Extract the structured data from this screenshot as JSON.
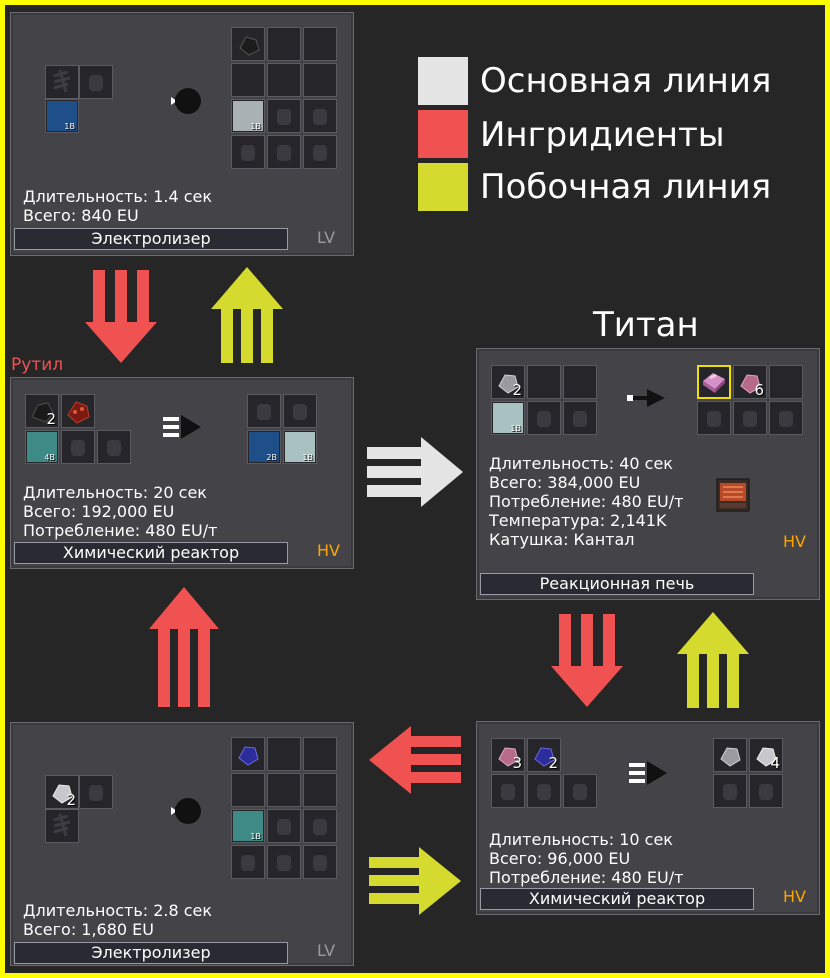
{
  "legend": {
    "main_line": {
      "label": "Основная линия",
      "color": "#e5e5e5"
    },
    "ingredients": {
      "label": "Ингридиенты",
      "color": "#f05252"
    },
    "side_line": {
      "label": "Побочная линия",
      "color": "#d4db2e"
    }
  },
  "titles": {
    "titan": "Титан",
    "rutile": "Рутил"
  },
  "colors": {
    "main": "#e5e5e5",
    "ingredient": "#f05252",
    "side": "#d4db2e",
    "tier_lv": "#9a9aa0",
    "tier_hv": "#ffa500"
  },
  "recipe1": {
    "machine": "Электролизер",
    "tier": "LV",
    "duration": "Длительность: 1.4 сек",
    "total": "Всего: 840 EU",
    "fluid_in": "1B",
    "fluid_out": "1B"
  },
  "recipe2": {
    "machine": "Химический реактор",
    "tier": "HV",
    "duration": "Длительность: 20 сек",
    "total": "Всего: 192,000 EU",
    "usage": "Потребление: 480 EU/т",
    "input_count": "2",
    "fluid_in": "4B",
    "fluid_out_1": "2B",
    "fluid_out_2": "1B"
  },
  "recipe3": {
    "machine": "Реакционная печь",
    "tier": "HV",
    "duration": "Длительность: 40 сек",
    "total": "Всего: 384,000 EU",
    "usage": "Потребление: 480 EU/т",
    "temperature": "Температура: 2,141K",
    "coil": "Катушка: Кантал",
    "input_count": "2",
    "fluid_in": "1B",
    "output_count": "6"
  },
  "recipe4": {
    "machine": "Электролизер",
    "tier": "LV",
    "duration": "Длительность: 2.8 сек",
    "total": "Всего: 1,680 EU",
    "input_count": "2",
    "fluid_out": "1B"
  },
  "recipe5": {
    "machine": "Химический реактор",
    "tier": "HV",
    "duration": "Длительность: 10 сек",
    "total": "Всего: 96,000 EU",
    "usage": "Потребление: 480 EU/т",
    "input_count_1": "3",
    "input_count_2": "2",
    "output_count": "4"
  }
}
